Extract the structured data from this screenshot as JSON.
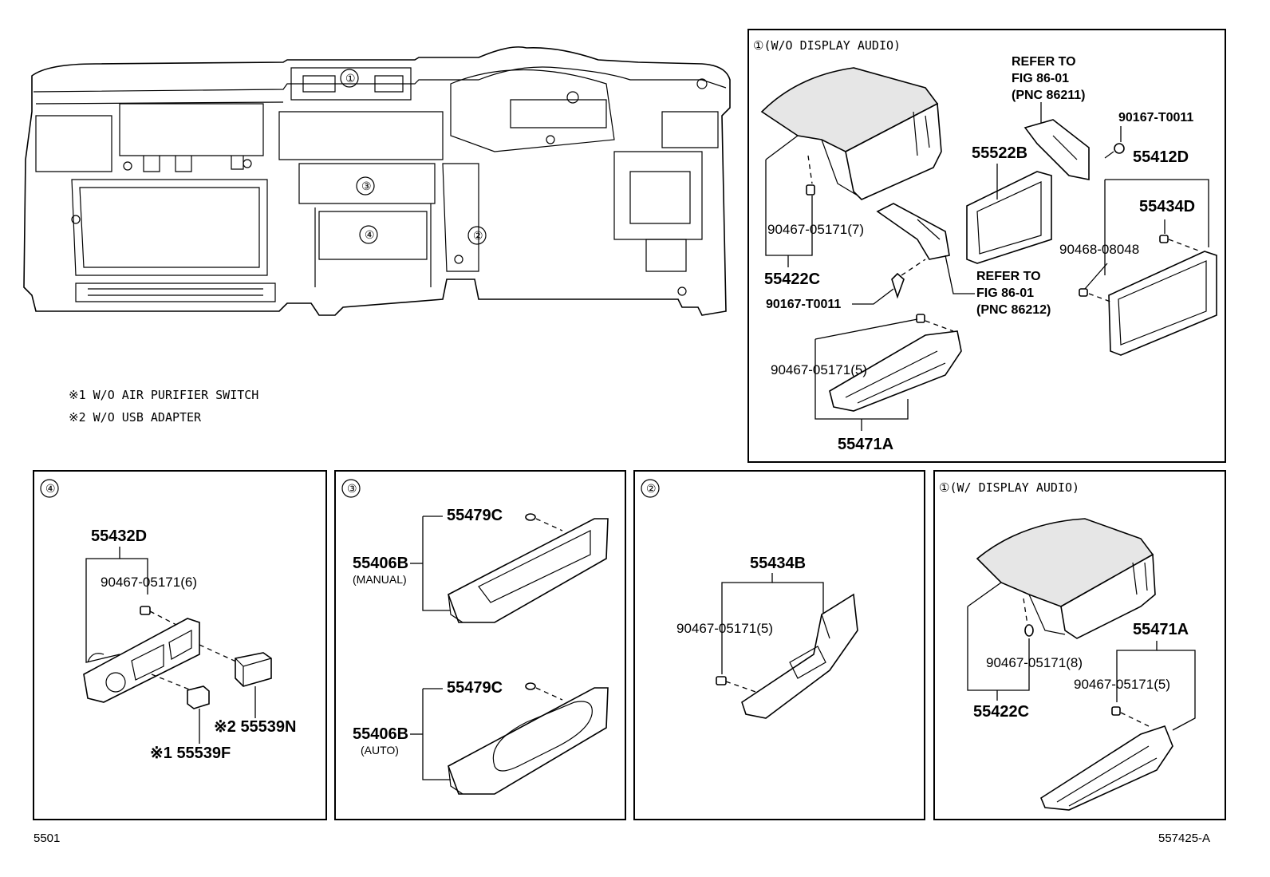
{
  "main_callouts": {
    "c1": "①",
    "c2": "②",
    "c3": "③",
    "c4": "④"
  },
  "notes": {
    "n1": "※1 W/O AIR PURIFIER SWITCH",
    "n2": "※2 W/O USB ADAPTER"
  },
  "panel_top_right": {
    "title": "①(W/O DISPLAY AUDIO)",
    "labels": {
      "refer1_l1": "REFER TO",
      "refer1_l2": "FIG 86-01",
      "refer1_l3": "(PNC 86211)",
      "p90167_top": "90167-T0011",
      "p55522B": "55522B",
      "p55412D": "55412D",
      "p55434D": "55434D",
      "p90467_7": "90467-05171(7)",
      "p90468": "90468-08048",
      "p55422C": "55422C",
      "refer2_l1": "REFER TO",
      "refer2_l2": "FIG 86-01",
      "refer2_l3": "(PNC 86212)",
      "p90167_bot": "90167-T0011",
      "p90467_5": "90467-05171(5)",
      "p55471A": "55471A"
    }
  },
  "panel_4": {
    "title": "④",
    "labels": {
      "p55432D": "55432D",
      "p90467_6": "90467-05171(6)",
      "p55539N": "※2 55539N",
      "p55539F": "※1 55539F"
    }
  },
  "panel_3": {
    "title": "③",
    "labels": {
      "p55479C_a": "55479C",
      "p55406B_a": "55406B",
      "manual": "(MANUAL)",
      "p55479C_b": "55479C",
      "p55406B_b": "55406B",
      "auto": "(AUTO)"
    }
  },
  "panel_2": {
    "title": "②",
    "labels": {
      "p55434B": "55434B",
      "p90467_5": "90467-05171(5)"
    }
  },
  "panel_1w": {
    "title": "①(W/ DISPLAY AUDIO)",
    "labels": {
      "p90467_8": "90467-05171(8)",
      "p55422C": "55422C",
      "p55471A": "55471A",
      "p90467_5": "90467-05171(5)"
    }
  },
  "footer": {
    "left": "5501",
    "right": "557425-A"
  }
}
